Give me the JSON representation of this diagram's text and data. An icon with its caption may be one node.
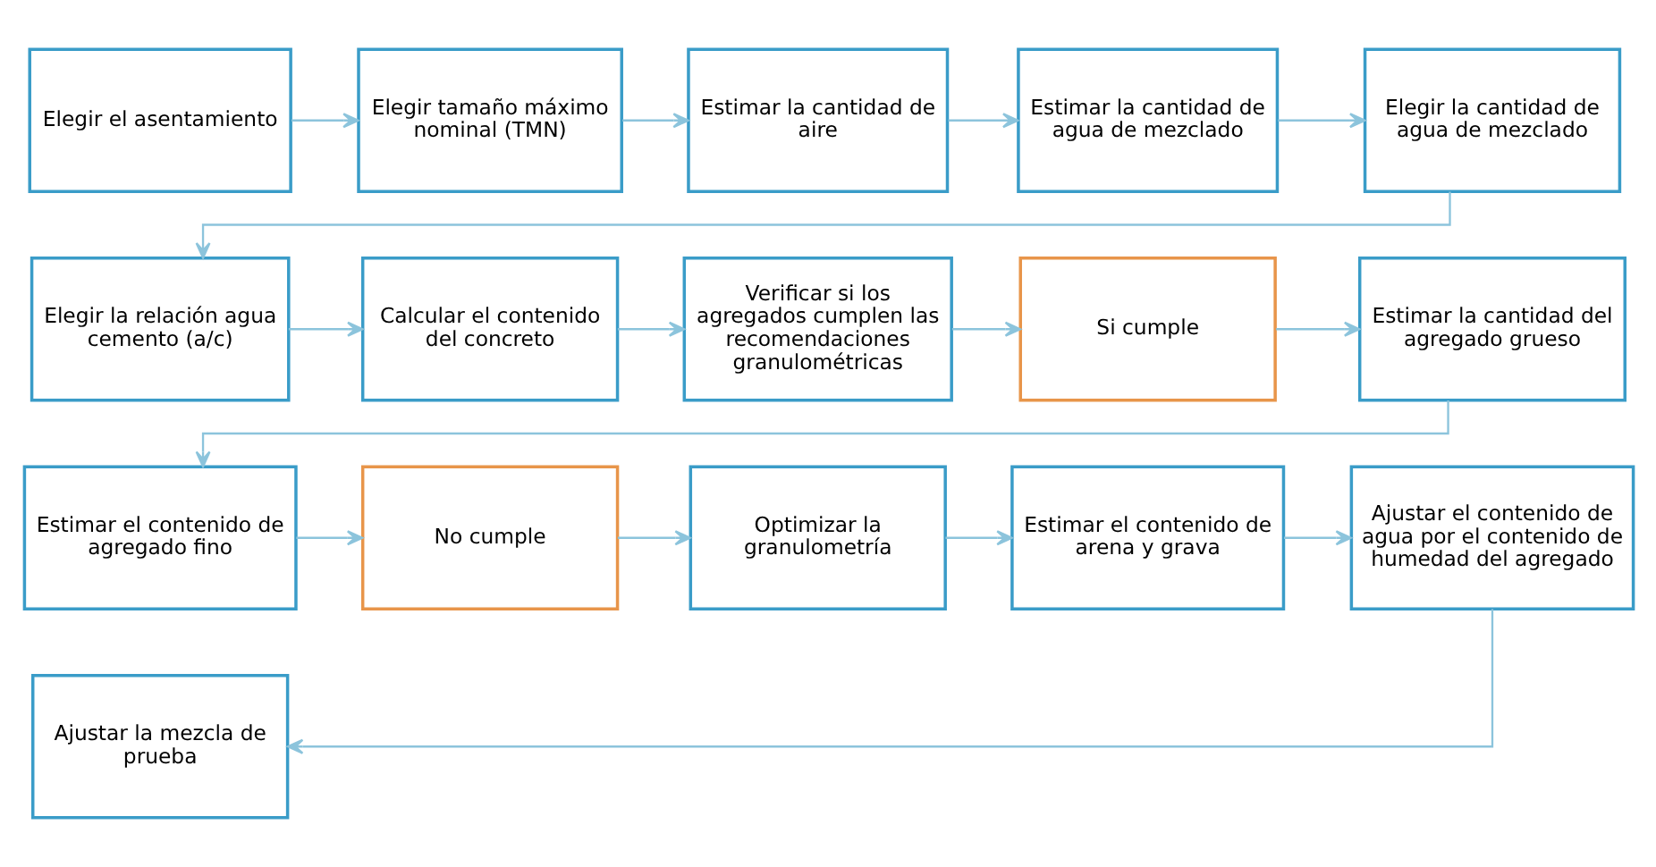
{
  "diagram": {
    "nodes": [
      {
        "text": [
          "Elegir el asentamiento"
        ]
      },
      {
        "text": [
          "Elegir tamaño máximo nominal (TMN)"
        ]
      },
      {
        "text": [
          "Estimar la cantidad de aire"
        ]
      },
      {
        "text": [
          "Estimar la cantidad de agua de mezclado"
        ]
      },
      {
        "text": [
          "Elegir la cantidad de agua de mezclado"
        ]
      },
      {
        "text": [
          "Elegir la relación agua cemento (a/c)"
        ]
      },
      {
        "text": [
          "Calcular el contenido del concreto"
        ]
      },
      {
        "text": [
          "Verificar si los agregados cumplen las recomendaciones granulométricas"
        ]
      },
      {
        "text": [
          "Si cumple"
        ]
      },
      {
        "text": [
          "Estimar la cantidad del agregado grueso"
        ]
      },
      {
        "text": [
          "Estimar el contenido de agregado fino"
        ]
      },
      {
        "text": [
          "No cumple"
        ]
      },
      {
        "text": [
          "Optimizar la granulometría"
        ]
      },
      {
        "text": [
          "Estimar el contenido de arena y grava"
        ]
      },
      {
        "text": [
          "Ajustar el contenido de agua por el contenido de humedad del agregado"
        ]
      },
      {
        "text": [
          "Ajustar la mezcla de prueba"
        ]
      }
    ],
    "edges": [
      {
        "from": 0,
        "to": 1,
        "arrow": "to"
      },
      {
        "from": 1,
        "to": 2,
        "arrow": "to"
      },
      {
        "from": 2,
        "to": 3,
        "arrow": "to"
      },
      {
        "from": 3,
        "to": 4,
        "arrow": "to"
      },
      {
        "from": 4,
        "to": 5,
        "arrow": "to"
      },
      {
        "from": 5,
        "to": 6,
        "arrow": "to"
      },
      {
        "from": 6,
        "to": 7,
        "arrow": "to"
      },
      {
        "from": 7,
        "to": 8,
        "arrow": "to"
      },
      {
        "from": 8,
        "to": 9,
        "arrow": "to"
      },
      {
        "from": 9,
        "to": 10,
        "arrow": "to"
      },
      {
        "from": 10,
        "to": 11,
        "arrow": "to"
      },
      {
        "from": 11,
        "to": 12,
        "arrow": "to"
      },
      {
        "from": 12,
        "to": 13,
        "arrow": "to"
      },
      {
        "from": 13,
        "to": 14,
        "arrow": "to"
      },
      {
        "from": 14,
        "to": 15,
        "arrow": "to"
      }
    ]
  }
}
